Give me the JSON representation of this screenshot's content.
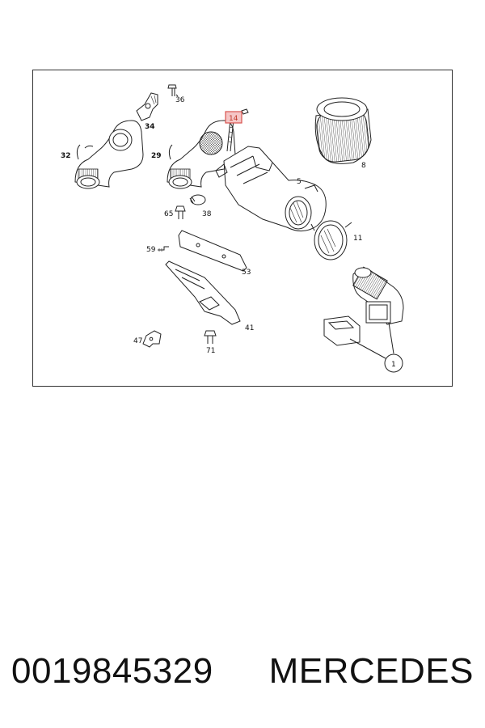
{
  "footer": {
    "part_number": "0019845329",
    "brand": "MERCEDES"
  },
  "diagram": {
    "highlight_color": "#d9534f",
    "highlighted_callout": "14",
    "callouts": {
      "c36": "36",
      "c34": "34",
      "c14": "14",
      "c32": "32",
      "c29": "29",
      "c5": "5",
      "c8": "8",
      "c65": "65",
      "c38": "38",
      "c11": "11",
      "c59": "59",
      "c53": "53",
      "c41": "41",
      "c47": "47",
      "c71": "71",
      "c1": "1"
    }
  }
}
